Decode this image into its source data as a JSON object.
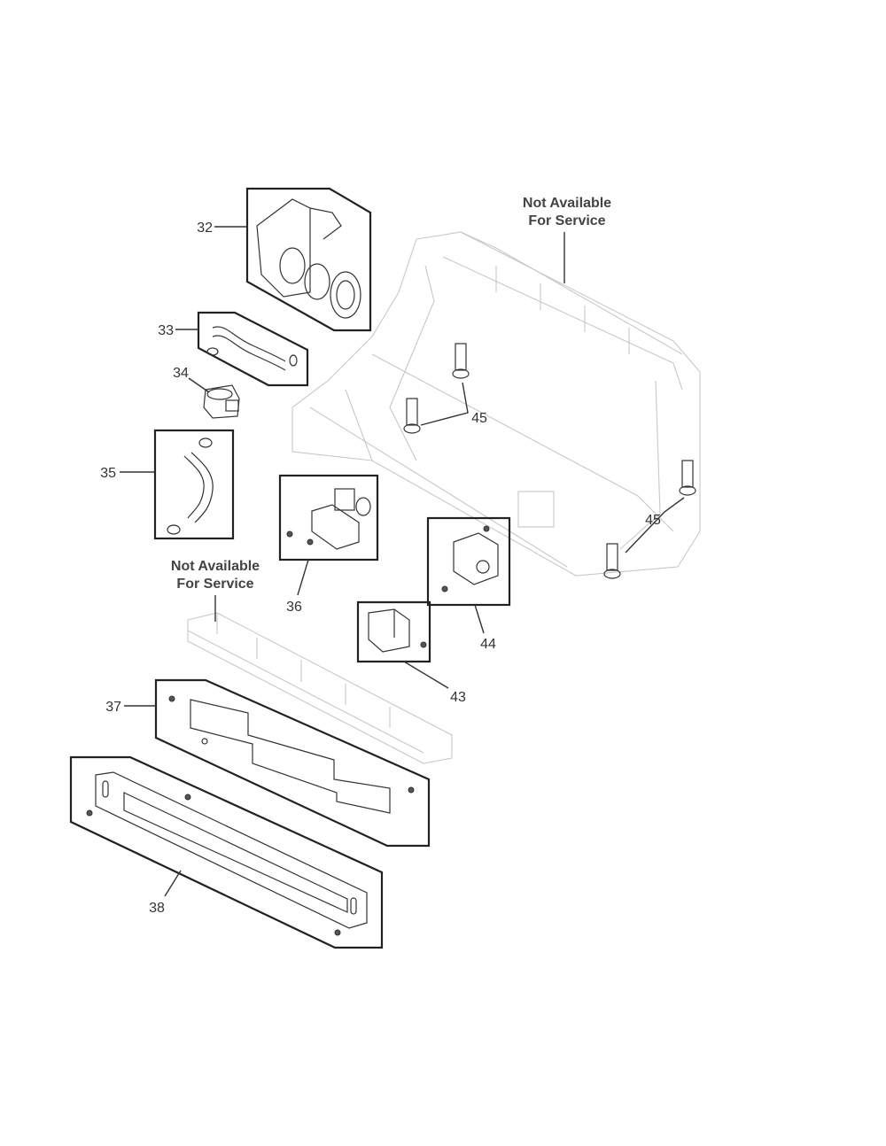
{
  "notes": {
    "tub_frame": [
      "Not Available",
      "For Service"
    ],
    "front_rail": [
      "Not Available",
      "For Service"
    ]
  },
  "callouts": {
    "c32": "32",
    "c33": "33",
    "c34": "34",
    "c35": "35",
    "c36": "36",
    "c37": "37",
    "c38": "38",
    "c43": "43",
    "c44": "44",
    "c45a": "45",
    "c45b": "45"
  }
}
